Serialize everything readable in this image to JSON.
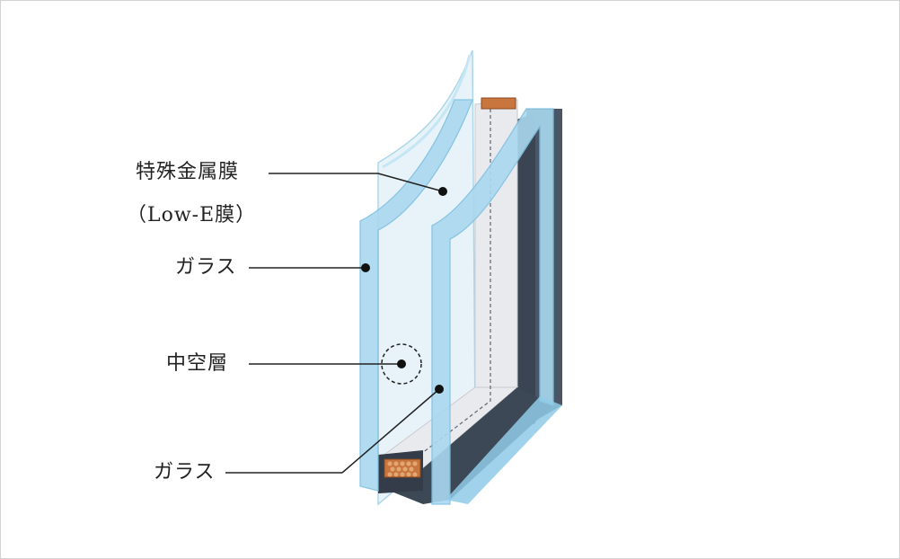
{
  "labels": {
    "metal_film_line1": "特殊金属膜",
    "metal_film_line2": "（Low-E膜）",
    "glass_outer": "ガラス",
    "air_layer": "中空層",
    "glass_inner": "ガラス"
  },
  "colors": {
    "glass_light": "#d9eef7",
    "glass_mid": "#a9d8ef",
    "glass_edge": "#8fcbe8",
    "spacer_light": "#e8e9ec",
    "frame_dark": "#3f4a58",
    "frame_darker": "#2f3844",
    "desiccant": "#c8763e",
    "leader_line": "#222222"
  }
}
